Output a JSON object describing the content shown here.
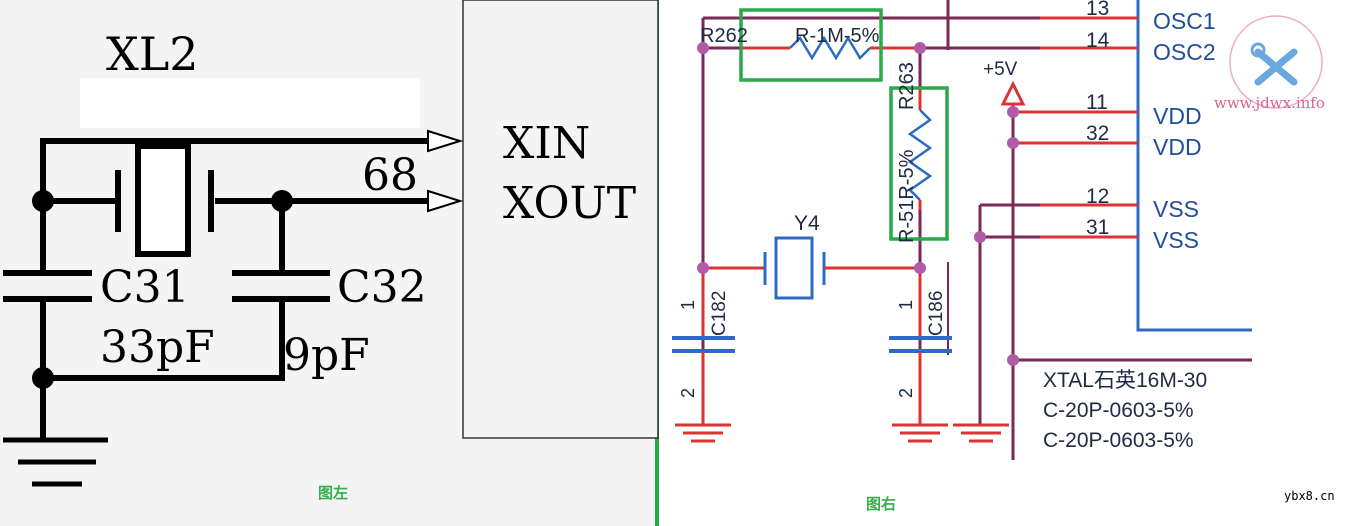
{
  "left": {
    "ref": "XL2",
    "pin_in": "XIN",
    "pin_out": "XOUT",
    "net": "68",
    "cap1_ref": "C31",
    "cap1_val": "33pF",
    "cap2_ref": "C32",
    "cap2_val": "9pF",
    "caption": "图左"
  },
  "right": {
    "pins": [
      {
        "num": "13",
        "name": "OSC1"
      },
      {
        "num": "14",
        "name": "OSC2"
      },
      {
        "num": "11",
        "name": "VDD"
      },
      {
        "num": "32",
        "name": "VDD"
      },
      {
        "num": "12",
        "name": "VSS"
      },
      {
        "num": "31",
        "name": "VSS"
      }
    ],
    "r262_ref": "R262",
    "r262_val": "R-1M-5%",
    "r263_ref": "R263",
    "r263_val": "R-51R-5%",
    "supply": "+5V",
    "xtal_ref": "Y4",
    "c182": "C182",
    "c186": "C186",
    "pin1": "1",
    "pin2": "2",
    "notes": [
      "XTAL石英16M-30",
      "C-20P-0603-5%",
      "C-20P-0603-5%"
    ],
    "caption": "图右"
  },
  "watermark": {
    "site": "www.jdwx.info",
    "footer": "ybx8.cn"
  },
  "colors": {
    "wire_red": "#dd3333",
    "wire_purple": "#7a2a55",
    "pin_blue": "#1f4e9a",
    "highlight_green": "#2aa84a",
    "junction": "#b05aa8"
  }
}
